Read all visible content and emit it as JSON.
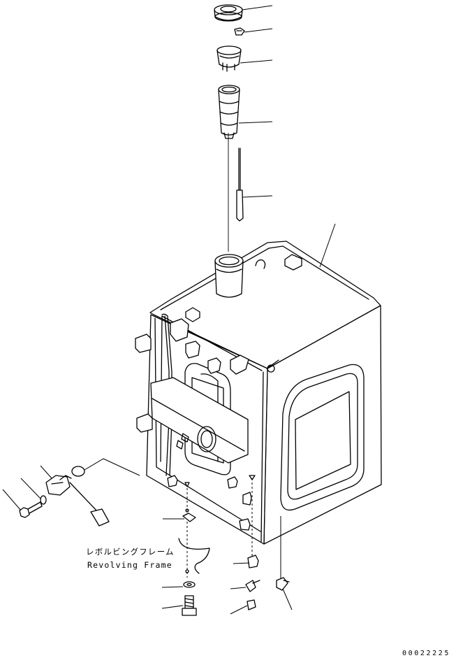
{
  "labels": {
    "revolving_frame_jp": "レボルビングフレーム",
    "revolving_frame_en": "Revolving Frame"
  },
  "drawing_number": "00022225",
  "parts": [
    "filler-cap",
    "cap-clip",
    "cap-holder",
    "strainer",
    "level-gauge",
    "tank",
    "sender-unit",
    "sender-float",
    "mounting-bolt",
    "spring-washer",
    "mounting-washer",
    "tank-bolt",
    "bracket-fitting",
    "hose-fitting",
    "drain-cock",
    "drain-plug"
  ]
}
